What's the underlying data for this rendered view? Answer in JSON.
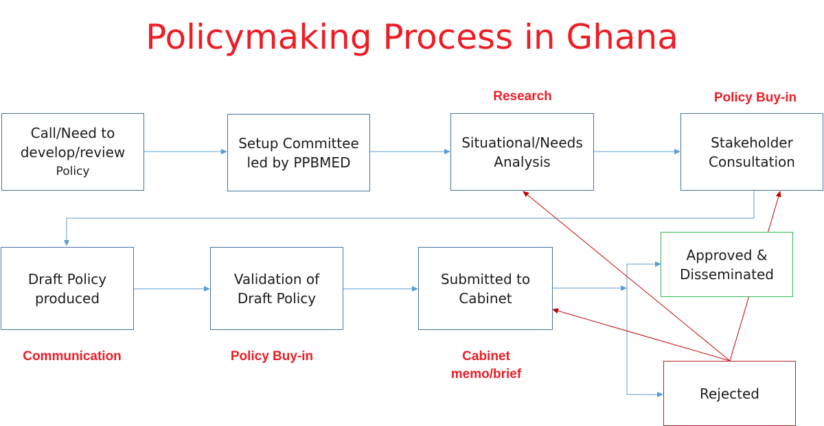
{
  "title": "Policymaking Process in Ghana",
  "boxes": {
    "call_need": {
      "lines": [
        "Call/Need to",
        "develop/review",
        "Policy"
      ]
    },
    "setup_committee": {
      "lines": [
        "Setup Committee",
        "led by PPBMED"
      ]
    },
    "situational": {
      "lines": [
        "Situational/Needs",
        "Analysis"
      ]
    },
    "stakeholder": {
      "lines": [
        "Stakeholder",
        "Consultation"
      ]
    },
    "draft_policy": {
      "lines": [
        "Draft Policy",
        "produced"
      ]
    },
    "validation": {
      "lines": [
        "Validation of",
        "Draft Policy"
      ]
    },
    "submitted": {
      "lines": [
        "Submitted to",
        "Cabinet"
      ]
    },
    "approved": {
      "lines": [
        "Approved &",
        "Disseminated"
      ]
    },
    "rejected": {
      "lines": [
        "Rejected"
      ]
    }
  },
  "labels": {
    "research": [
      "Research"
    ],
    "policy_buyin_top": [
      "Policy Buy-in"
    ],
    "communication": [
      "Communication"
    ],
    "policy_buyin_bottom": [
      "Policy Buy-in"
    ],
    "cabinet_memo": [
      "Cabinet",
      "memo/brief"
    ]
  },
  "colors": {
    "title": "#ee1c25",
    "label": "#ee1c25",
    "box_border": "#41719c",
    "approved_border": "#2eb84f",
    "rejected_border": "#b0232a",
    "flow_arrow": "#5b9bd5",
    "reject_arrow": "#c00000"
  }
}
